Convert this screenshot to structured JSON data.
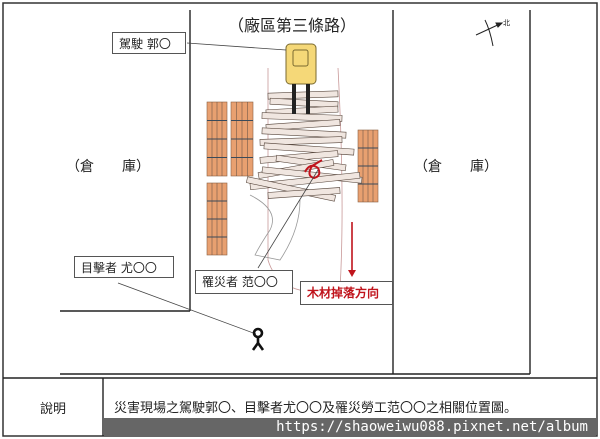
{
  "diagram": {
    "road_label": "（廠區第三條路）",
    "warehouse_left": "（倉　　庫）",
    "warehouse_right": "（倉　　庫）",
    "north_label": "北",
    "driver_label": "駕駛 郭〇",
    "witness_label": "目擊者 尤〇〇",
    "victim_label": "罹災者 范〇〇",
    "fall_direction_label": "木材掉落方向"
  },
  "footer": {
    "header": "說明",
    "caption": "災害現場之駕駛郭〇、目擊者尤〇〇及罹災勞工范〇〇之相關位置圖。",
    "watermark": "https://shaoweiwu088.pixnet.net/album"
  },
  "colors": {
    "lumber": "#e8a070",
    "lumber_stroke": "#5a4a40",
    "forklift": "#f5d878",
    "accent_red": "#c0141c"
  }
}
